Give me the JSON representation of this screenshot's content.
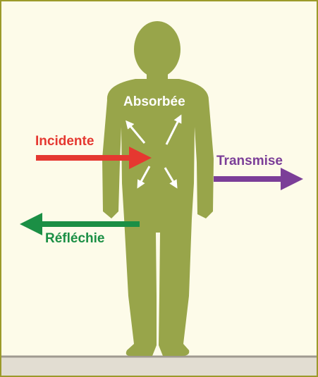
{
  "labels": {
    "absorbed": "Absorbée",
    "incident": "Incidente",
    "transmitted": "Transmise",
    "reflected": "Réfléchie"
  },
  "colors": {
    "background": "#fdfbe9",
    "border": "#9c9a2a",
    "floor": "#e2ddd2",
    "floor_line": "#a09a91",
    "body": "#98a54a",
    "incident": "#e53830",
    "transmitted": "#7b3e98",
    "reflected": "#1b8f45",
    "absorbed": "#ffffff"
  },
  "icons": {
    "figure": "human-silhouette",
    "arrows": "arrow"
  }
}
